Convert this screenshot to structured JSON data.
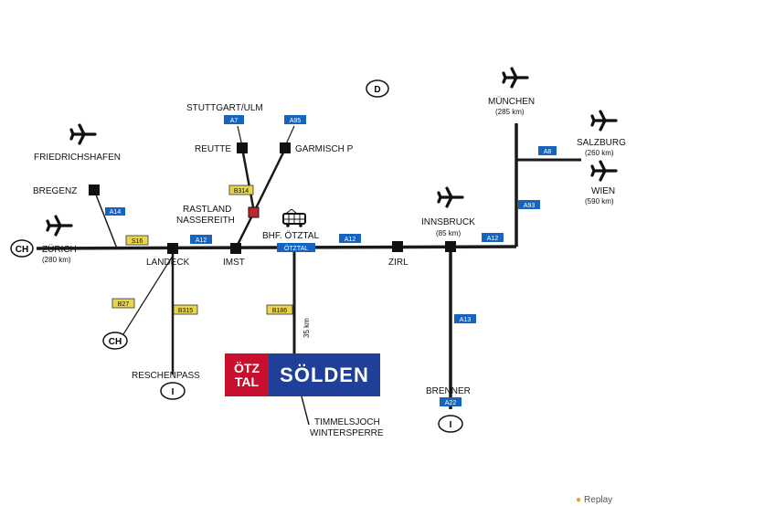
{
  "map": {
    "countries": {
      "germany": "D",
      "switzerland_west": "CH",
      "switzerland_south": "CH",
      "italy_reschen": "I",
      "italy_brenner": "I"
    },
    "places": {
      "stuttgart_ulm": "STUTTGART/ULM",
      "reutte": "REUTTE",
      "garmisch": "GARMISCH P",
      "friedrichshafen": "FRIEDRICHSHAFEN",
      "bregenz": "BREGENZ",
      "rastland_1": "RASTLAND",
      "rastland_2": "NASSEREITH",
      "zurich": "ZÜRICH",
      "zurich_dist": "(280 km)",
      "landeck": "LANDECK",
      "imst": "IMST",
      "bhf_oetztal": "BHF. ÖTZTAL",
      "zirl": "ZIRL",
      "innsbruck": "INNSBRUCK",
      "innsbruck_dist": "(85 km)",
      "muenchen": "MÜNCHEN",
      "muenchen_dist": "(285 km)",
      "salzburg": "SALZBURG",
      "salzburg_dist": "(260 km)",
      "wien": "WIEN",
      "wien_dist": "(590 km)",
      "reschenpass": "RESCHENPASS",
      "brenner": "BRENNER",
      "timmelsjoch_1": "TIMMELSJOCH",
      "timmelsjoch_2": "WINTERSPERRE",
      "distance_35": "35 km"
    },
    "road_signs": {
      "a7": "A7",
      "a95": "A95",
      "a14": "A14",
      "s16": "S16",
      "b314": "B314",
      "a12_landeck": "A12",
      "oetztal_exit": "ÖTZTAL",
      "a12_zirl": "A12",
      "a12_innsbruck": "A12",
      "a93": "A93",
      "a8": "A8",
      "b27": "B27",
      "b315": "B315",
      "b186": "B186",
      "a13": "A13",
      "a22": "A22"
    },
    "logo": {
      "line1": "ÖTZ",
      "line2": "TAL",
      "name": "SÖLDEN"
    },
    "colors": {
      "motorway_sign": "#1565c0",
      "federal_road_sign": "#e8d44d",
      "rest_stop": "#c0272d",
      "logo_red": "#c8102e",
      "logo_blue": "#1f3f99"
    }
  },
  "footer": {
    "replay": "Replay"
  }
}
